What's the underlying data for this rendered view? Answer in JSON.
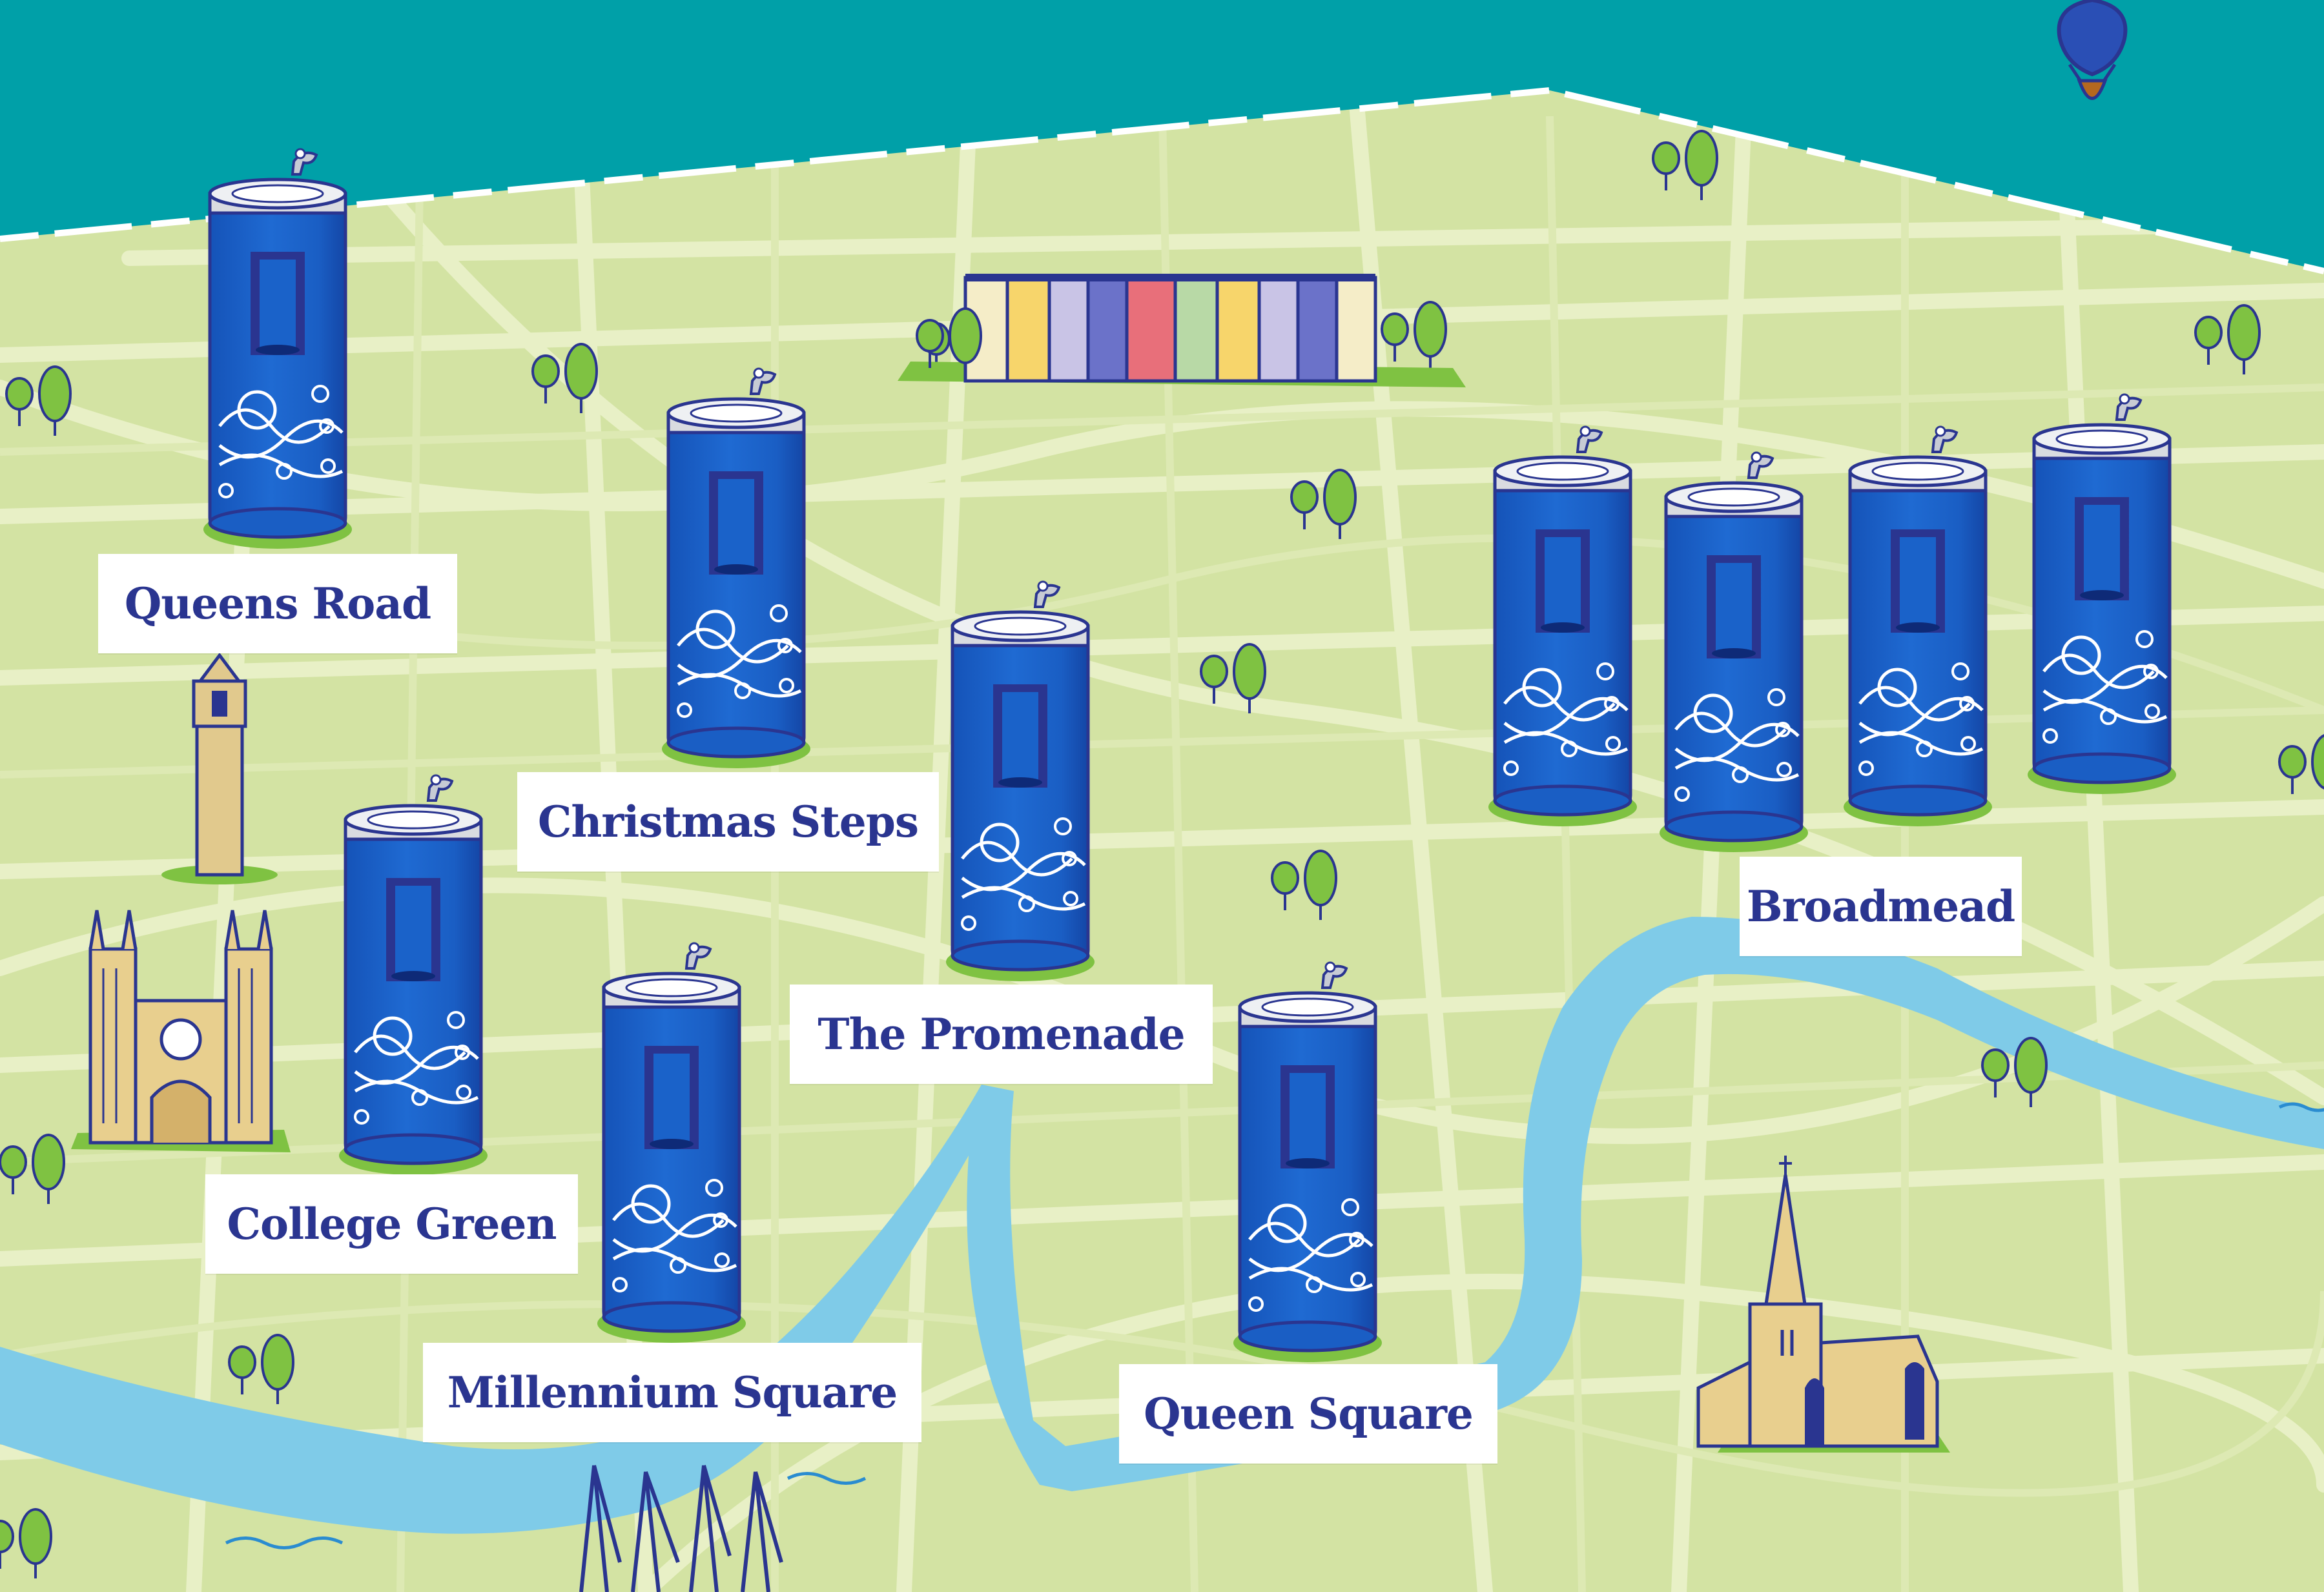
{
  "map": {
    "colors": {
      "sea": "#00a0a8",
      "land": "#d3e3a3",
      "streets": "#e4edbf",
      "river": "#7fcbe8",
      "fountain_blue": "#1a62c9",
      "fountain_outline": "#2a3590",
      "label_text": "#2a3590"
    }
  },
  "locations": [
    {
      "id": "queens-road",
      "name": "Queens Road"
    },
    {
      "id": "christmas-steps",
      "name": "Christmas Steps"
    },
    {
      "id": "the-promenade",
      "name": "The Promenade"
    },
    {
      "id": "college-green",
      "name": "College Green"
    },
    {
      "id": "millennium-square",
      "name": "Millennium Square"
    },
    {
      "id": "queen-square",
      "name": "Queen Square"
    },
    {
      "id": "broadmead",
      "name": "Broadmead"
    }
  ],
  "fountain_icon": "water-fountain-icon",
  "landmark_icons": [
    "terraced-houses-icon",
    "tower-icon",
    "cathedral-icon",
    "church-icon",
    "cranes-icon",
    "hot-air-balloon-icon"
  ]
}
